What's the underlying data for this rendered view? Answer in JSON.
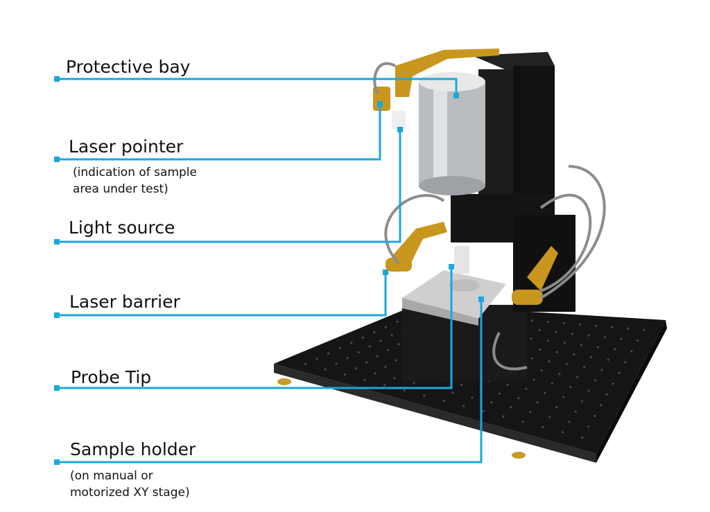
{
  "accent_color": "#1aa7dc",
  "callouts": [
    {
      "label": "Protective bay"
    },
    {
      "label": "Laser pointer",
      "note": [
        "(indication of sample",
        "area under test)"
      ]
    },
    {
      "label": "Light source"
    },
    {
      "label": "Laser barrier"
    },
    {
      "label": "Probe Tip"
    },
    {
      "label": "Sample holder",
      "note": [
        "(on manual or",
        "motorized XY stage)"
      ]
    }
  ]
}
